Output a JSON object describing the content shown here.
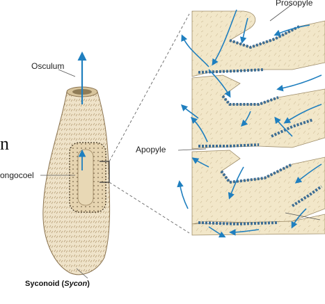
{
  "labels": {
    "osculum": "Osculum",
    "prosopyle": "Prosopyle",
    "apopyle": "Apopyle",
    "spongocoel": "ongocoel"
  },
  "caption": {
    "prefix": "Syconoid (",
    "genus": "Sycon",
    "suffix": ")"
  },
  "margin_letter": "n",
  "colors": {
    "sponge_body": "#efe3c9",
    "spongocoel": "#e6d4b0",
    "canal_tissue": "#f2e7c9",
    "choanocyte": "#3d6d94",
    "water_flow": "#1f7fbf",
    "leader_line": "#555555",
    "dashed_line": "#666666"
  }
}
